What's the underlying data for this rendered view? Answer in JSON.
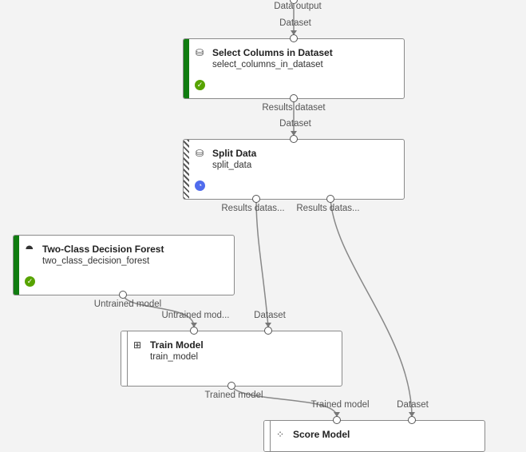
{
  "nodes": {
    "select": {
      "title": "Select Columns in Dataset",
      "sub": "select_columns_in_dataset",
      "status": "completed"
    },
    "split": {
      "title": "Split Data",
      "sub": "split_data",
      "status": "queued"
    },
    "forest": {
      "title": "Two-Class Decision Forest",
      "sub": "two_class_decision_forest",
      "status": "completed"
    },
    "train": {
      "title": "Train Model",
      "sub": "train_model"
    },
    "score": {
      "title": "Score Model"
    }
  },
  "labels": {
    "data_output": "Data output",
    "dataset1": "Dataset",
    "results_dataset": "Results dataset",
    "dataset2": "Dataset",
    "split_out1": "Results datas...",
    "split_out2": "Results datas...",
    "untrained_out": "Untrained model",
    "untrained_in": "Untrained mod...",
    "dataset3": "Dataset",
    "trained_out": "Trained model",
    "trained_in": "Trained model",
    "dataset4": "Dataset"
  },
  "colors": {
    "completed": "#57a300",
    "queued": "#4f6bed",
    "bar": "#107c10"
  }
}
